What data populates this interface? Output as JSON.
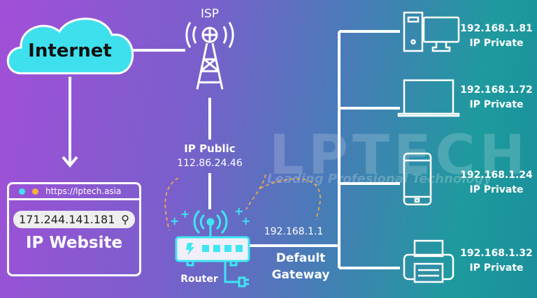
{
  "watermark": {
    "brand": "LPTECH",
    "tagline": "Leading Profesional Technology"
  },
  "internet": {
    "label": "Internet"
  },
  "isp": {
    "label": "ISP"
  },
  "public": {
    "label": "IP Public",
    "ip": "112.86.24.46"
  },
  "browser": {
    "url": "https://lptech.asia",
    "ip": "171.244.141.181",
    "label": "IP Website"
  },
  "router": {
    "label": "Router",
    "gateway_ip": "192.168.1.1",
    "gateway_label_1": "Default",
    "gateway_label_2": "Gateway"
  },
  "devices": [
    {
      "type": "desktop",
      "ip": "192.168.1.81",
      "label": "IP Private"
    },
    {
      "type": "laptop",
      "ip": "192.168.1.72",
      "label": "IP Private"
    },
    {
      "type": "phone",
      "ip": "192.168.1.24",
      "label": "IP Private"
    },
    {
      "type": "printer",
      "ip": "192.168.1.32",
      "label": "IP Private"
    }
  ],
  "colors": {
    "cyan": "#3ee6f2",
    "cloud": "#3fe0ee",
    "orange": "#f5b041"
  }
}
